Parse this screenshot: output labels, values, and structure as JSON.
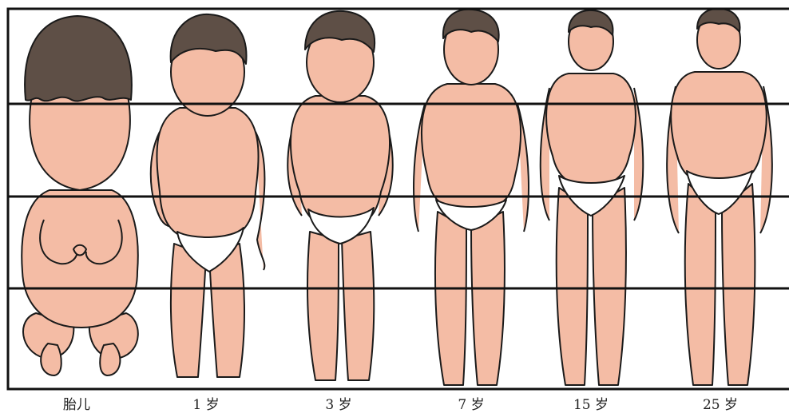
{
  "figure": {
    "stages": [
      {
        "label": "胎儿"
      },
      {
        "label": "1 岁"
      },
      {
        "label": "3 岁"
      },
      {
        "label": "7 岁"
      },
      {
        "label": "15 岁"
      },
      {
        "label": "25 岁"
      }
    ],
    "colors": {
      "skin": "#f4bca5",
      "hair": "#5e4f46",
      "outline": "#1a1a1a",
      "diaper": "#ffffff",
      "frame": "#111111"
    }
  }
}
